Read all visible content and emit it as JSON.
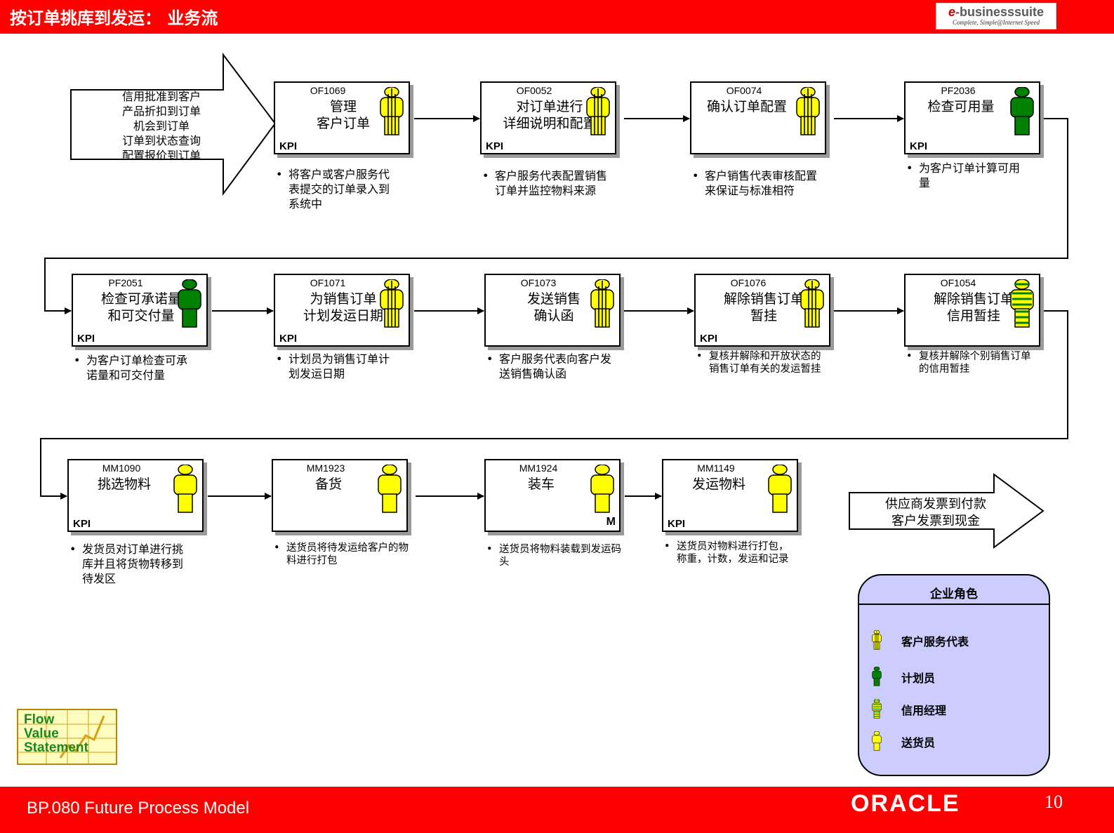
{
  "header": {
    "title": "按订单挑库到发运： 业务流",
    "logo": {
      "e": "e",
      "brand": "-businesssuite",
      "tagline": "Complete, Simple@Internet Speed"
    }
  },
  "footer": {
    "title": "BP.080 Future Process Model",
    "logo": "ORACLE",
    "page": "10"
  },
  "colors": {
    "bar": "#ff0000",
    "csr": "#ffff00",
    "planner": "#008000",
    "delivery": "#ffff00",
    "legend_bg": "#ccccff"
  },
  "inflow": {
    "lines": [
      "信用批准到客户",
      "产品折扣到订单",
      "机会到订单",
      "订单到状态查询",
      "配置报价到订单"
    ]
  },
  "outflow": {
    "lines": [
      "供应商发票到付款",
      "客户发票到现金"
    ]
  },
  "steps": [
    {
      "code": "OF1069",
      "name": [
        "管理",
        "客户订单"
      ],
      "role": "csr",
      "kpi": "KPI",
      "desc": [
        "将客户或客户服务代",
        "表提交的订单录入到",
        "系统中"
      ]
    },
    {
      "code": "OF0052",
      "name": [
        "对订单进行",
        "详细说明和配置"
      ],
      "role": "csr",
      "kpi": "KPI",
      "desc": [
        "客户服务代表配置销售",
        "订单并监控物料来源"
      ]
    },
    {
      "code": "OF0074",
      "name": [
        "确认订单配置"
      ],
      "role": "csr",
      "kpi": "",
      "desc": [
        "客户销售代表审核配置",
        "来保证与标准相符"
      ]
    },
    {
      "code": "PF2036",
      "name": [
        "检查可用量"
      ],
      "role": "planner",
      "kpi": "KPI",
      "desc": [
        "为客户订单计算可用",
        "量"
      ]
    },
    {
      "code": "PF2051",
      "name": [
        "检查可承诺量",
        "和可交付量"
      ],
      "role": "planner",
      "kpi": "KPI",
      "desc": [
        "为客户订单检查可承",
        "诺量和可交付量"
      ]
    },
    {
      "code": "OF1071",
      "name": [
        "为销售订单",
        "计划发运日期"
      ],
      "role": "csr",
      "kpi": "KPI",
      "desc": [
        "计划员为销售订单计",
        "划发运日期"
      ]
    },
    {
      "code": "OF1073",
      "name": [
        "发送销售",
        "确认函"
      ],
      "role": "csr",
      "kpi": "",
      "desc": [
        "客户服务代表向客户发",
        "送销售确认函"
      ]
    },
    {
      "code": "OF1076",
      "name": [
        "解除销售订单",
        "暂挂"
      ],
      "role": "csr",
      "kpi": "KPI",
      "desc": [
        "复核并解除和开放状态的",
        "销售订单有关的发运暂挂"
      ]
    },
    {
      "code": "OF1054",
      "name": [
        "解除销售订单",
        "信用暂挂"
      ],
      "role": "credit",
      "kpi": "",
      "desc": [
        "复核并解除个别销售订单",
        "的信用暂挂"
      ]
    },
    {
      "code": "MM1090",
      "name": [
        "挑选物料"
      ],
      "role": "delivery",
      "kpi": "KPI",
      "desc": [
        "发货员对订单进行挑",
        "库并且将货物转移到",
        "待发区"
      ]
    },
    {
      "code": "MM1923",
      "name": [
        "备货"
      ],
      "role": "delivery",
      "kpi": "",
      "desc": [
        "送货员将待发运给客户的物",
        "料进行打包"
      ]
    },
    {
      "code": "MM1924",
      "name": [
        "装车"
      ],
      "role": "delivery",
      "kpi": "",
      "flag": "M",
      "desc": [
        "送货员将物料装载到发运码",
        "头"
      ]
    },
    {
      "code": "MM1149",
      "name": [
        "发运物料"
      ],
      "role": "delivery",
      "kpi": "KPI",
      "desc": [
        "送货员对物料进行打包，",
        "称重，计数，发运和记录"
      ]
    }
  ],
  "legend": {
    "title": "企业角色",
    "items": [
      {
        "role": "csr",
        "label": "客户服务代表"
      },
      {
        "role": "planner",
        "label": "计划员"
      },
      {
        "role": "credit",
        "label": "信用经理"
      },
      {
        "role": "delivery",
        "label": "送货员"
      }
    ]
  },
  "flow_value": {
    "lines": [
      "Flow",
      "Value",
      "Statement"
    ]
  }
}
